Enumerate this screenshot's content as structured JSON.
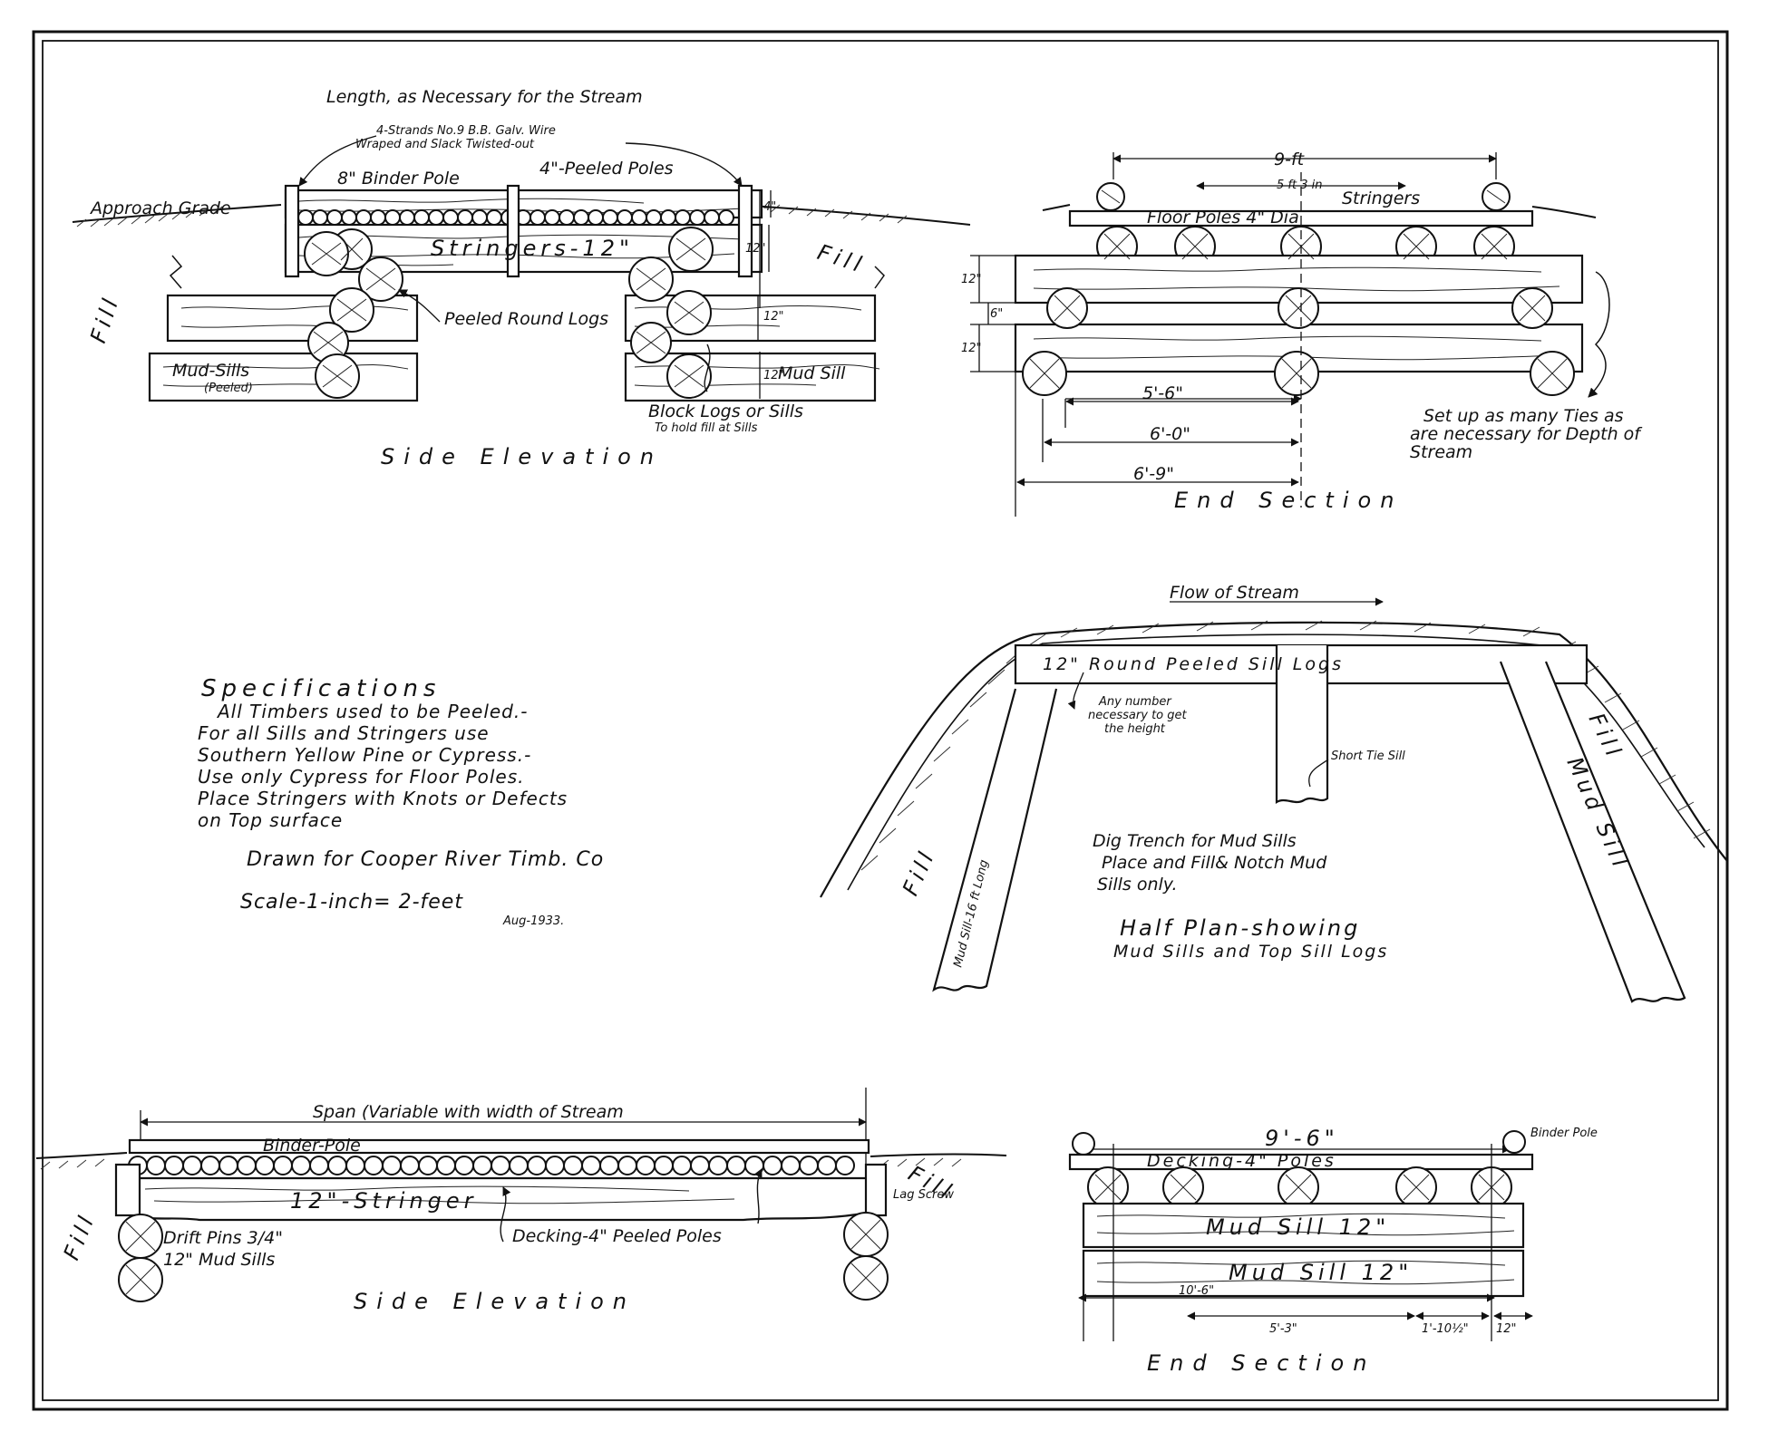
{
  "side_elevation_top": {
    "length_note": "Length, as Necessary for the Stream",
    "wire_note_1": "4-Strands No.9 B.B. Galv. Wire",
    "wire_note_2": "Wraped and Slack Twisted-out",
    "binder_pole": "8\" Binder Pole",
    "peeled_poles": "4\"-Peeled Poles",
    "approach_grade": "Approach Grade",
    "stringers": "Stringers-12\"",
    "fill_left": "Fill",
    "fill_right": "Fill",
    "peeled_round_logs": "Peeled Round Logs",
    "mud_sills": "Mud-Sills",
    "peeled": "(Peeled)",
    "mud_sill": "Mud Sill",
    "block_logs_1": "Block Logs or Sills",
    "block_logs_2": "To hold fill at Sills",
    "dim_4": "4\"",
    "dim_12a": "12\"",
    "dim_12b": "12\"",
    "dim_12c": "12\"",
    "title": "Side Elevation"
  },
  "end_section_top": {
    "dim_9ft": "9-ft",
    "dim_5ft3in": "5 ft 3 in",
    "stringers": "Stringers",
    "floor_poles": "Floor Poles 4\" Dia",
    "dim_12a": "12\"",
    "dim_12b": "12\"",
    "dim_6": "6\"",
    "dim_5_6": "5'-6\"",
    "dim_6_0": "6'-0\"",
    "dim_6_9": "6'-9\"",
    "ties_note_1": "Set up as many Ties as",
    "ties_note_2": "are necessary for Depth of",
    "ties_note_3": "Stream",
    "title": "End Section"
  },
  "specifications": {
    "heading": "Specifications",
    "lines": [
      "All Timbers used to be Peeled.-",
      "For all Sills and Stringers use",
      "Southern Yellow Pine or Cypress.-",
      "Use only Cypress for Floor Poles.",
      "Place Stringers with Knots or Defects",
      "on Top surface"
    ],
    "drawn_for": "Drawn for Cooper River Timb. Co",
    "scale": "Scale-1-inch= 2-feet",
    "date": "Aug-1933."
  },
  "half_plan": {
    "flow": "Flow of Stream",
    "sill_logs": "12\" Round Peeled Sill Logs",
    "any_number_1": "Any number",
    "any_number_2": "necessary to get",
    "any_number_3": "the height",
    "short_tie": "Short Tie Sill",
    "mud_sill_left": "Mud Sill-16 ft Long",
    "fill_left": "Fill",
    "fill_right": "Fill",
    "mud_sill_right": "Mud Sill",
    "dig_1": "Dig Trench for Mud Sills",
    "dig_2": "Place and Fill& Notch Mud",
    "dig_3": "Sills only.",
    "title_1": "Half Plan-showing",
    "title_2": "Mud Sills and Top Sill Logs"
  },
  "side_elevation_bottom": {
    "span": "Span (Variable with width of Stream",
    "binder_pole": "Binder-Pole",
    "stringer": "12\"-Stringer",
    "fill_left": "Fill",
    "fill_right": "Fill",
    "lag_screw": "Lag Screw",
    "drift_pins": "Drift Pins 3/4\"",
    "mud_sills": "12\" Mud Sills",
    "decking": "Decking-4\" Peeled Poles",
    "title": "Side Elevation"
  },
  "end_section_bottom": {
    "dim_9_6": "9'-6\"",
    "binder_pole": "Binder Pole",
    "decking": "Decking-4\" Poles",
    "mud_sill_12a": "Mud Sill 12\"",
    "mud_sill_12b": "Mud Sill 12\"",
    "dim_10_6": "10'-6\"",
    "dim_5_3": "5'-3\"",
    "dim_1_10": "1'-10½\"",
    "dim_12": "12\"",
    "title": "End Section"
  }
}
